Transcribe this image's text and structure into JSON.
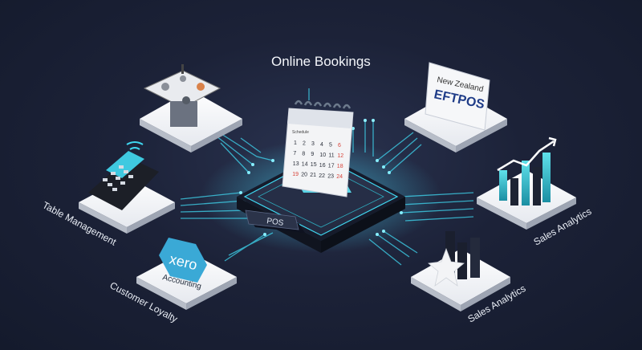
{
  "center": {
    "title": "Online Bookings",
    "hub_label": "POS",
    "calendar_month": "Schedule",
    "calendar_days": [
      "1",
      "2",
      "3",
      "4",
      "5",
      "6",
      "7",
      "8",
      "9",
      "10",
      "11",
      "12",
      "13",
      "14",
      "15",
      "16",
      "17",
      "18",
      "19",
      "20",
      "21",
      "22",
      "23",
      "24"
    ]
  },
  "modules": {
    "eftpos_line1": "New Zealand",
    "eftpos_line2": "EFTPOS",
    "xero_logo": "xero",
    "xero_caption": "Accounting",
    "table_management": "Table Management",
    "customer_loyalty": "Customer Loyalty",
    "sales_analytics_top": "Sales Analytics",
    "sales_analytics_bottom": "Sales Analytics"
  },
  "colors": {
    "accent_cyan": "#3fd7f0",
    "accent_teal": "#2fb7c9",
    "calendar_red": "#d9453b",
    "background": "#1c2238"
  }
}
